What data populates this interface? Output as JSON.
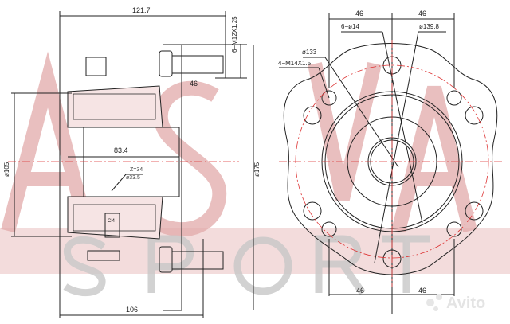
{
  "drawing": {
    "title": "Wheel hub bearing assembly technical drawing",
    "watermark": {
      "brand_top": "ASVA",
      "brand_bottom": "SPORT",
      "brand_color": "#d9a0a0",
      "sport_color": "#c0c0c0",
      "band_color": "#f2d6d6",
      "marketplace": "Avito"
    },
    "side_view": {
      "overall_width": "121.7",
      "stud_thread": "6−M12X1.25",
      "stud_length": "46",
      "bore_length": "83.4",
      "spline_teeth": "Z=34",
      "spline_dia": "ø33.5",
      "hub_dia": "ø105",
      "flange_dia": "ø175",
      "base_length": "106",
      "sensor_label": "СИ"
    },
    "front_view": {
      "top_left_spacing": "46",
      "top_right_spacing": "46",
      "bottom_left_spacing": "46",
      "bottom_right_spacing": "46",
      "holes": "6−ø14",
      "pcd_large": "ø139.8",
      "pcd_small": "ø133",
      "bolt_thread": "4−M14X1.5"
    }
  }
}
